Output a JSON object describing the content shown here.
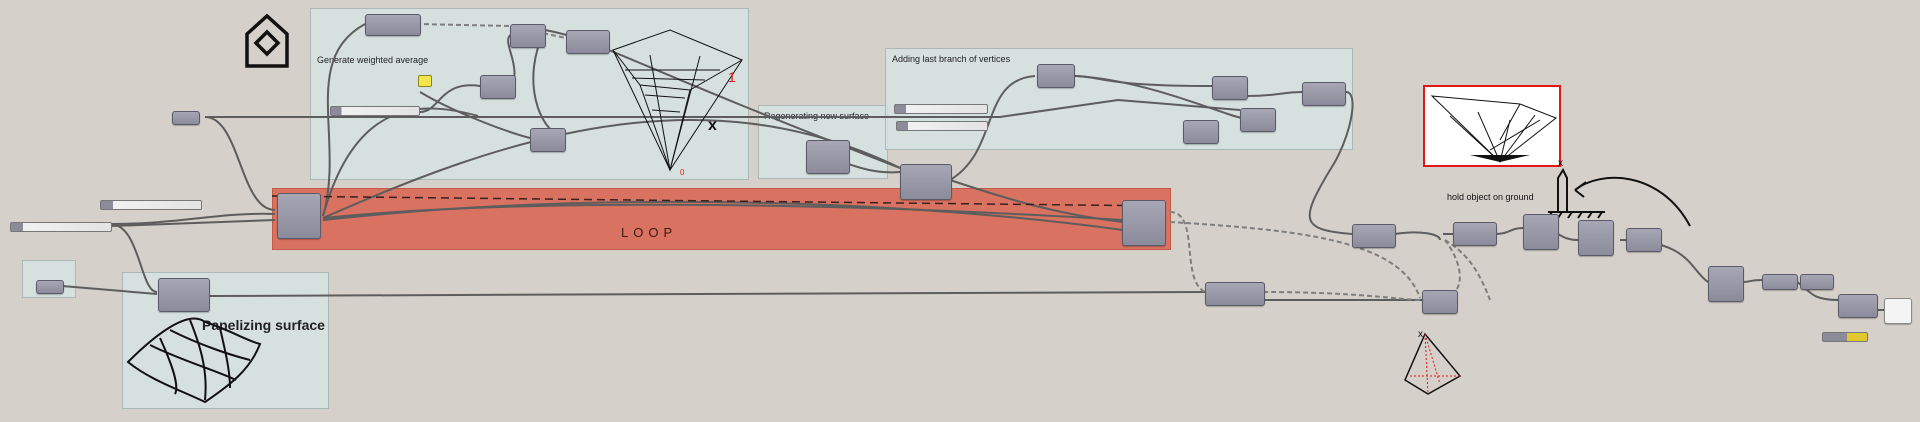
{
  "groups": {
    "weighted": {
      "label": "Generate weighted average"
    },
    "regen": {
      "label": "Regenerating new surface"
    },
    "last_branch": {
      "label": "Adding last branch of vertices"
    },
    "panel": {
      "label": "Panelizing surface"
    }
  },
  "loop": {
    "label": "LOOP"
  },
  "notes": {
    "hold_object": "hold object on ground",
    "axis_x": "x",
    "mark_one": "1",
    "mark_zero": "0"
  },
  "colors": {
    "canvas": "#d5d1ca",
    "group": "#d7e8e8",
    "loop": "#d97260",
    "node": "#9b9bab",
    "wire": "#5a5a5a",
    "panel": "#f3e64a",
    "annotation": "#e01818"
  },
  "icons": {
    "logo": "house-logo-icon",
    "surface": "paneled-surface-icon",
    "funnel": "funnel-mesh-icon",
    "pyramid": "pyramid-icon",
    "ground": "ground-arrow-icon"
  }
}
